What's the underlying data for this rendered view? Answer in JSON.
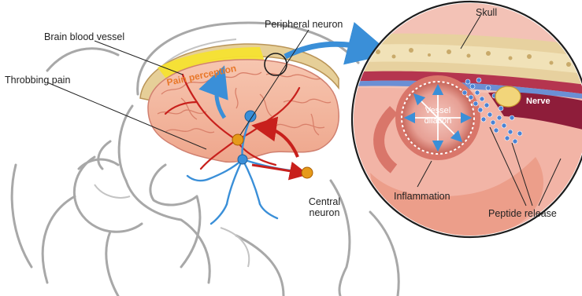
{
  "labels": {
    "brain_blood_vessel": "Brain blood vessel",
    "throbbing_pain": "Throbbing pain",
    "peripheral_neuron": "Peripheral neuron",
    "pain_perception": "Pain perception",
    "skull": "Skull",
    "vessel_dilation": "Vessel dilation",
    "nerve": "Nerve",
    "central_neuron": "Central neuron",
    "inflammation": "Inflammation",
    "peptide_release": "Peptide release"
  },
  "colors": {
    "brain": "#f3b9a2",
    "brain_dark": "#d9806a",
    "vessel_red": "#c8201c",
    "neuron_blue": "#3a8fd8",
    "skull_tan": "#e6cf98",
    "pain_yellow": "#f6e230",
    "orange_node": "#e69a1a",
    "outline_gray": "#9a9a9a"
  }
}
